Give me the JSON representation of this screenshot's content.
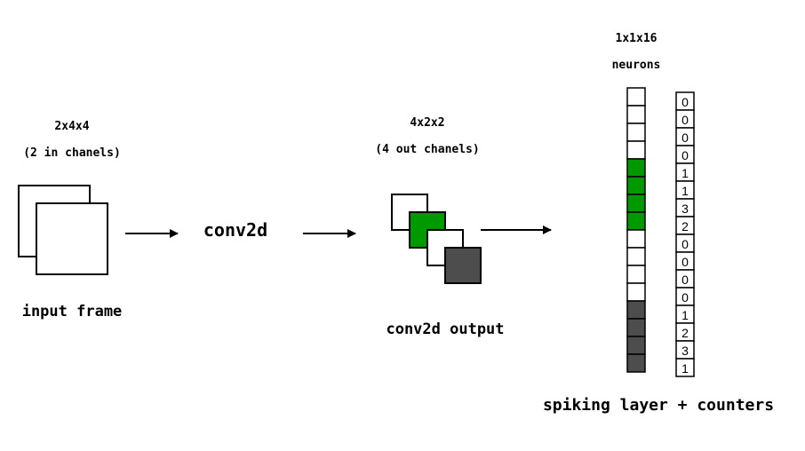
{
  "labels": {
    "input_dims": "2x4x4",
    "input_channels": "(2 in chanels)",
    "input_caption": "input frame",
    "conv_label": "conv2d",
    "output_dims": "4x2x2",
    "output_channels": "(4 out chanels)",
    "output_caption": "conv2d output",
    "neuron_dims": "1x1x16",
    "neuron_word": "neurons",
    "spiking_caption": "spiking layer + counters"
  },
  "colors": {
    "green": "#009900",
    "gray": "#4d4d4d",
    "white": "#ffffff",
    "stroke": "#000000"
  },
  "output_maps": [
    "white",
    "green",
    "white",
    "gray"
  ],
  "neurons": [
    "white",
    "white",
    "white",
    "white",
    "green",
    "green",
    "green",
    "green",
    "white",
    "white",
    "white",
    "white",
    "gray",
    "gray",
    "gray",
    "gray"
  ],
  "counters": [
    "0",
    "0",
    "0",
    "0",
    "1",
    "1",
    "3",
    "2",
    "0",
    "0",
    "0",
    "0",
    "1",
    "2",
    "3",
    "1"
  ]
}
